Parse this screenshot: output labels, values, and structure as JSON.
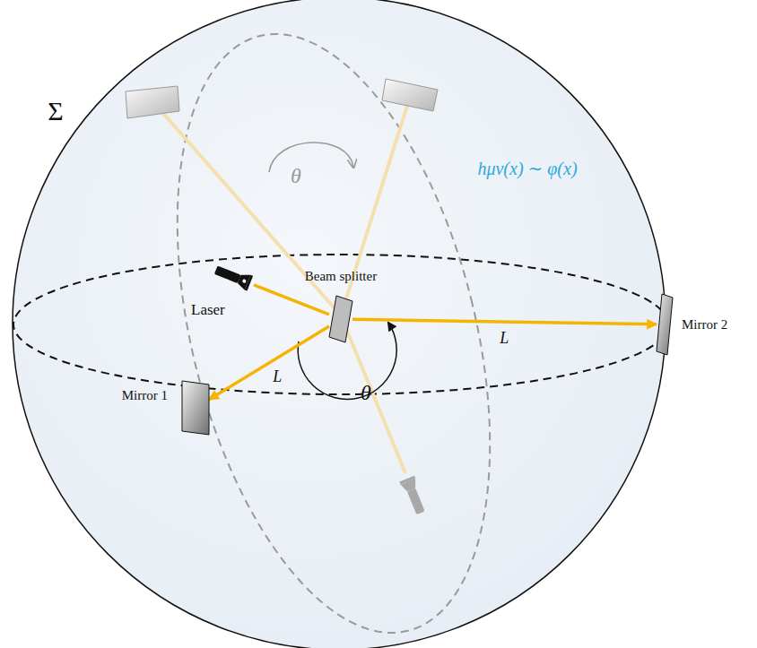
{
  "diagram": {
    "nodes": [
      {
        "text": [
          "Laser"
        ]
      },
      {
        "text": [
          "Beam splitter"
        ]
      },
      {
        "text": [
          "Mirror 1"
        ]
      },
      {
        "text": [
          "Mirror 2"
        ]
      }
    ],
    "edges": [
      {
        "from": 0,
        "to": 1,
        "arrow": "none"
      },
      {
        "from": 1,
        "to": 2,
        "arrow": "to",
        "label": "L"
      },
      {
        "from": 1,
        "to": 3,
        "arrow": "to",
        "label": "L"
      }
    ],
    "labels": [
      "Σ",
      "hμν(x) ∼ φ(x)",
      "θ",
      "θ"
    ]
  }
}
